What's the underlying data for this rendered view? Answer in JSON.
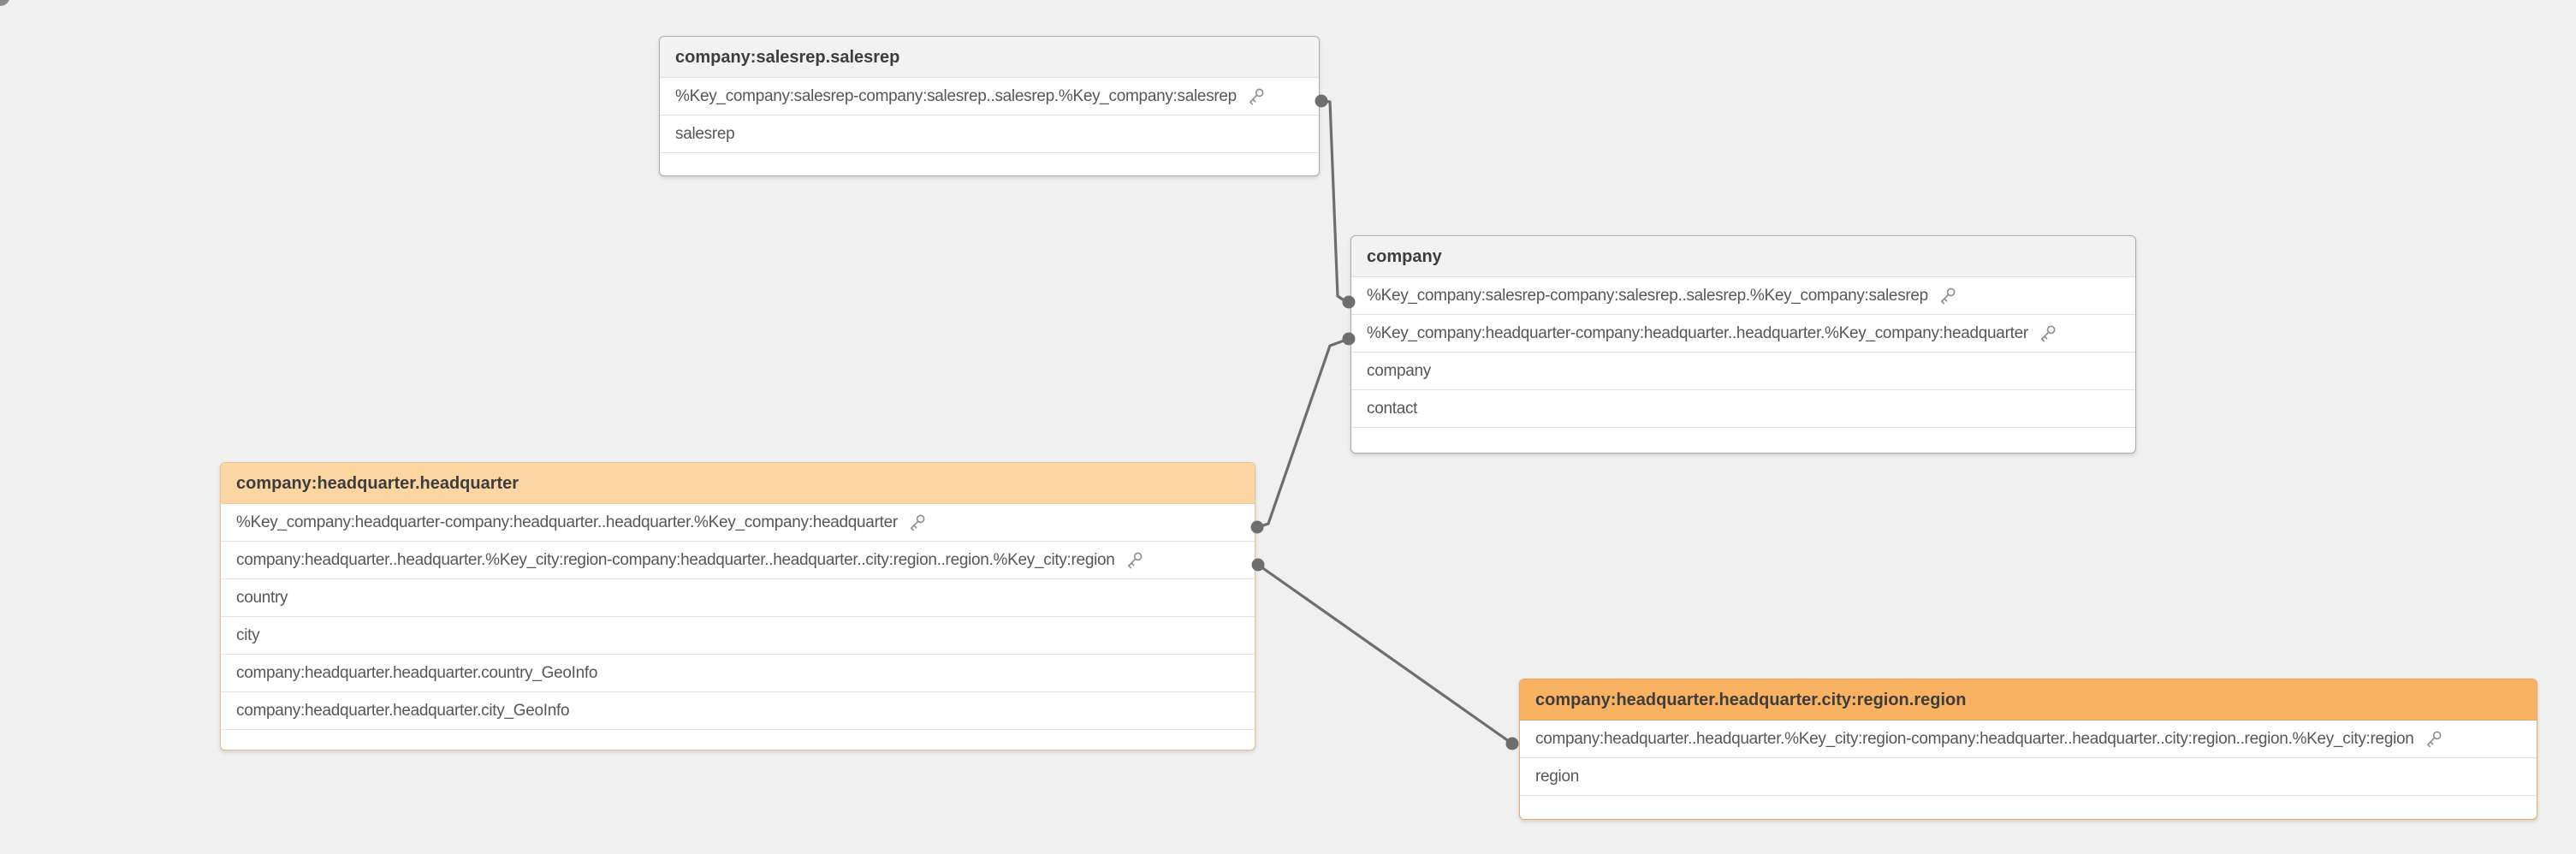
{
  "app": {
    "view": "data-model-viewer"
  },
  "colors": {
    "canvas_bg": "#f0f0f1",
    "table_bg": "#ffffff",
    "default_header_bg": "#f2f2f2",
    "default_border": "#adadad",
    "row_divider": "#e4e4e4",
    "field_text": "#575757",
    "header_text": "#3d3d3d",
    "connector": "#6e6e6e",
    "key_icon": "#8c8c8c",
    "highlight_header_light": "#fbd6a3",
    "highlight_header_strong": "#f8b262",
    "highlight_border_light": "#e8c292",
    "highlight_border_strong": "#eda95f"
  },
  "tables": [
    {
      "name": "company:salesrep.salesrep",
      "highlighted": false,
      "header_color": "#f2f2f2",
      "border_color": "#adadad",
      "fields": [
        {
          "name": "%Key_company:salesrep-company:salesrep..salesrep.%Key_company:salesrep",
          "is_key": true
        },
        {
          "name": "salesrep",
          "is_key": false
        }
      ]
    },
    {
      "name": "company",
      "highlighted": false,
      "header_color": "#f2f2f2",
      "border_color": "#adadad",
      "fields": [
        {
          "name": "%Key_company:salesrep-company:salesrep..salesrep.%Key_company:salesrep",
          "is_key": true
        },
        {
          "name": "%Key_company:headquarter-company:headquarter..headquarter.%Key_company:headquarter",
          "is_key": true
        },
        {
          "name": "company",
          "is_key": false
        },
        {
          "name": "contact",
          "is_key": false
        }
      ]
    },
    {
      "name": "company:headquarter.headquarter",
      "highlighted": true,
      "header_color": "#fbd6a3",
      "border_color": "#e8c292",
      "fields": [
        {
          "name": "%Key_company:headquarter-company:headquarter..headquarter.%Key_company:headquarter",
          "is_key": true
        },
        {
          "name": "company:headquarter..headquarter.%Key_city:region-company:headquarter..headquarter..city:region..region.%Key_city:region",
          "is_key": true
        },
        {
          "name": "country",
          "is_key": false
        },
        {
          "name": "city",
          "is_key": false
        },
        {
          "name": "company:headquarter.headquarter.country_GeoInfo",
          "is_key": false
        },
        {
          "name": "company:headquarter.headquarter.city_GeoInfo",
          "is_key": false
        }
      ]
    },
    {
      "name": "company:headquarter.headquarter.city:region.region",
      "highlighted": true,
      "header_color": "#f8b262",
      "border_color": "#eda95f",
      "fields": [
        {
          "name": "company:headquarter..headquarter.%Key_city:region-company:headquarter..headquarter..city:region..region.%Key_city:region",
          "is_key": true
        },
        {
          "name": "region",
          "is_key": false
        }
      ]
    }
  ],
  "connections": [
    {
      "from_table": "company:salesrep.salesrep",
      "from_field": "%Key_company:salesrep-company:salesrep..salesrep.%Key_company:salesrep",
      "to_table": "company",
      "to_field": "%Key_company:salesrep-company:salesrep..salesrep.%Key_company:salesrep"
    },
    {
      "from_table": "company",
      "from_field": "%Key_company:headquarter-company:headquarter..headquarter.%Key_company:headquarter",
      "to_table": "company:headquarter.headquarter",
      "to_field": "%Key_company:headquarter-company:headquarter..headquarter.%Key_company:headquarter"
    },
    {
      "from_table": "company:headquarter.headquarter",
      "from_field": "company:headquarter..headquarter.%Key_city:region-company:headquarter..headquarter..city:region..region.%Key_city:region",
      "to_table": "company:headquarter.headquarter.city:region.region",
      "to_field": "company:headquarter..headquarter.%Key_city:region-company:headquarter..headquarter..city:region..region.%Key_city:region"
    }
  ]
}
